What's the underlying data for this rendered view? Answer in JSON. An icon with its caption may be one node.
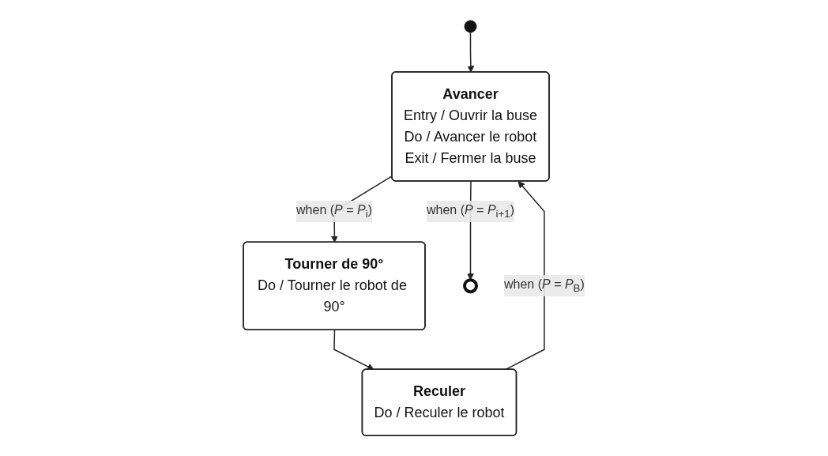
{
  "diagram": {
    "nodes": [
      {
        "text": [],
        "shape": "circle"
      },
      {
        "text": [
          "Avancer",
          "Entry / Ouvrir la buse",
          "Do / Avancer le robot",
          "Exit / Fermer la buse"
        ]
      },
      {
        "text": [
          "Reculer",
          "Do / Reculer le robot"
        ]
      },
      {
        "text": [
          "Tourner de 90°",
          "Do / Tourner le robot de 90°"
        ]
      },
      {
        "text": [],
        "shape": "circle"
      }
    ],
    "edges": [
      {
        "from": 0,
        "to": 1,
        "arrow": "to"
      },
      {
        "from": 2,
        "to": 1,
        "arrow": "to",
        "label": "when (*P* = *P*$_{B}$)"
      },
      {
        "from": 1,
        "to": 3,
        "arrow": "to",
        "label": "when (*P* = *P*$_{i}$)"
      },
      {
        "from": 3,
        "to": 2,
        "arrow": "to"
      },
      {
        "from": 1,
        "to": 4,
        "arrow": "to",
        "label": "when (*P* = *P*$_{i+1}$)"
      }
    ]
  }
}
